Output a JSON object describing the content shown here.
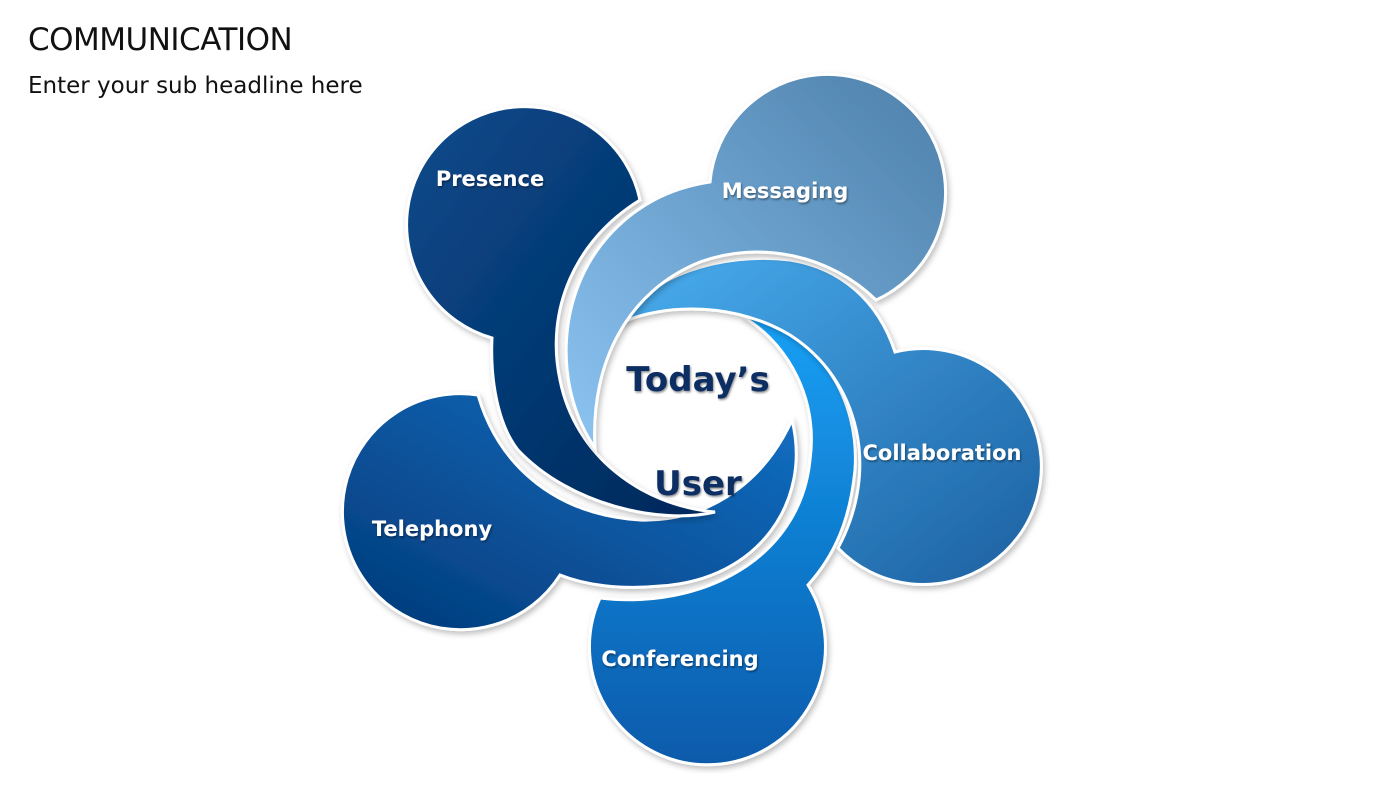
{
  "slide": {
    "title": "COMMUNICATION",
    "subtitle": "Enter your sub headline here"
  },
  "diagram": {
    "center": {
      "line1": "Today’s",
      "line2": "User"
    },
    "petals": [
      {
        "label": "Presence",
        "color_light": "#0a4a8c",
        "color_dark": "#00285a"
      },
      {
        "label": "Messaging",
        "color_light": "#86bcec",
        "color_dark": "#4f83ad"
      },
      {
        "label": "Collaboration",
        "color_light": "#5aaeea",
        "color_dark": "#1d64a6"
      },
      {
        "label": "Conferencing",
        "color_light": "#1e86d8",
        "color_dark": "#0a5aab"
      },
      {
        "label": "Telephony",
        "color_light": "#1565b8",
        "color_dark": "#023d7e"
      }
    ],
    "colors": {
      "center_text": "#0b2d63",
      "petal_text": "#ffffff"
    }
  }
}
